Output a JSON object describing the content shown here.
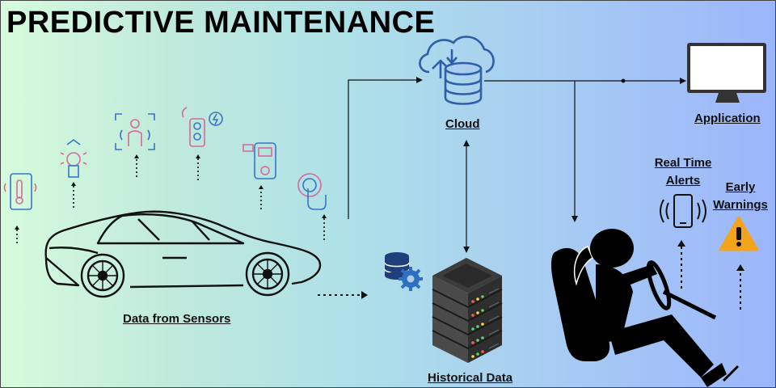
{
  "title": "PREDICTIVE MAINTENANCE",
  "labels": {
    "cloud": "Cloud",
    "application": "Application",
    "real_time_alerts_line1": "Real Time",
    "real_time_alerts_line2": "Alerts",
    "early_warnings_line1": "Early",
    "early_warnings_line2": "Warnings",
    "data_from_sensors": "Data from Sensors",
    "historical_data": "Historical Data"
  },
  "icons": {
    "sensors": [
      "thermometer-sensor-icon",
      "lightbulb-sensor-icon",
      "presence-sensor-icon",
      "traffic-signal-sensor-icon",
      "meter-device-icon",
      "touch-sensor-icon"
    ],
    "cloud": "cloud-database-icon",
    "application": "monitor-icon",
    "alerts": "smartphone-icon",
    "warnings": "warning-icon",
    "server": "server-rack-icon",
    "database": "database-gear-icon",
    "driver": "driver-icon",
    "car": "car-icon"
  },
  "colors": {
    "accent_blue": "#2f5fa8",
    "warning_orange": "#f2a51a",
    "sensor_pink": "#d66a9a",
    "sensor_blue": "#3a74c8"
  }
}
